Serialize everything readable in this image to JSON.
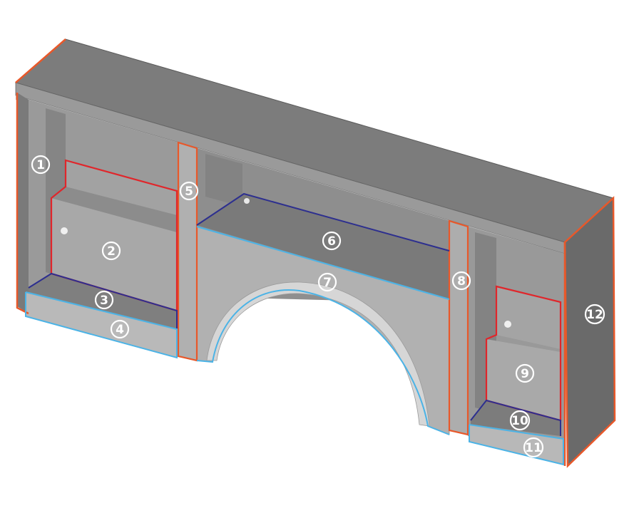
{
  "figure": {
    "subject": "service-body-side-compartment-assembly",
    "callouts": [
      {
        "id": "c1",
        "label": "1"
      },
      {
        "id": "c2",
        "label": "2"
      },
      {
        "id": "c3",
        "label": "3"
      },
      {
        "id": "c4",
        "label": "4"
      },
      {
        "id": "c5",
        "label": "5"
      },
      {
        "id": "c6",
        "label": "6"
      },
      {
        "id": "c7",
        "label": "7"
      },
      {
        "id": "c8",
        "label": "8"
      },
      {
        "id": "c9",
        "label": "9"
      },
      {
        "id": "c10",
        "label": "10"
      },
      {
        "id": "c11",
        "label": "11"
      },
      {
        "id": "c12",
        "label": "12"
      }
    ]
  },
  "colors": {
    "background": "#ffffff",
    "body_gray": "#8a8a8a",
    "body_dark": "#6e6e6e",
    "body_light": "#a3a3a3",
    "interior": "#9b9b9b",
    "outline_orange": "#e8582a",
    "outline_red": "#e0262b",
    "outline_blue": "#4bb3e6",
    "outline_navy": "#2d2f8f",
    "callout_ring": "#ffffff"
  },
  "icons": {
    "callout": "numbered-circle-callout"
  }
}
